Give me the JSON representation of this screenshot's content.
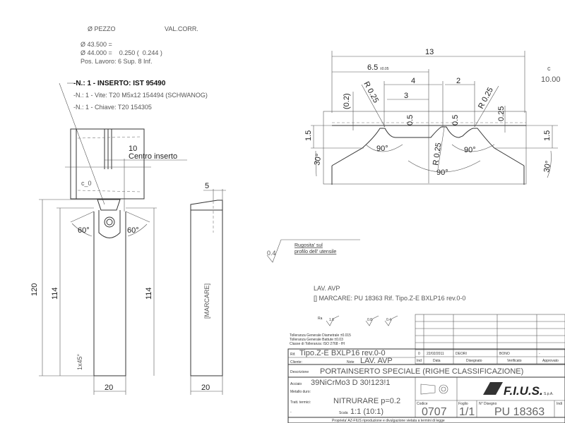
{
  "header_notes": {
    "col1": "Ø PEZZO",
    "col2": "VAL.CORR.",
    "line1": "Ø 43.500 =",
    "line2": "Ø 44.000 =    0.250 (  0.244 )",
    "line3": "Pos. Lavoro: 6 Sup. 8 Inf.",
    "parts": [
      "-N.: 1 - INSERTO: IST 95490",
      "-N.: 1 - Vite: T20 M5x12 154494 (SCHWANOG)",
      "-N.: 1 - Chiave: T20 154305"
    ]
  },
  "holder_view": {
    "dim_10": "10",
    "centro_inserto": "Centro inserto",
    "c0": "c_0",
    "angle_left": "60°",
    "angle_right": "60°",
    "dim_120": "120",
    "dim_114_left": "114",
    "dim_114_right": "114",
    "chamfer": "1x45°",
    "width": "20"
  },
  "side_view": {
    "dim_5": "5",
    "marcare": "[MARCARE]",
    "dim_114": "114",
    "width": "20"
  },
  "profile_detail": {
    "dim_13": "13",
    "dim_6_5": "6.5",
    "tol_6_5": "±0.05",
    "dim_4": "4",
    "dim_3": "3",
    "dim_2": "2",
    "dim_0_2": "(0.2)",
    "r_left": "R 0.25",
    "r_right": "R 0.25",
    "r_center": "R 0.25",
    "dim_0_5_a": "0.5",
    "dim_0_5_b": "0.5",
    "dim_0_25": "0.25",
    "dim_1_5_left": "1.5",
    "dim_1_5_right": "1.5",
    "angle_90_left": "90°",
    "angle_90_center": "90°",
    "angle_90_right": "90°",
    "angle_30_left": "30°",
    "angle_30_right": "30°",
    "c_label": "c",
    "c_value": "10.00"
  },
  "roughness_note": {
    "value": "0.4",
    "line1": "Rugosita' sul",
    "line2": "profilo dell' utensile"
  },
  "marking_note": {
    "line1": "LAV. AVP",
    "line2": "[] MARCARE: PU 18363 Rif. Tipo.Z-E BXLP16 rev.0-0"
  },
  "title_block": {
    "ra_label": "Ra",
    "ra_values": [
      "1.6",
      "0.8",
      "0.4"
    ],
    "tolerances": [
      "Tolleranza Generale Diametrale ±0.015",
      "Tolleranza Generale Battute ±0.03",
      "Classe di Tolleranza: ISO 2768 - fH"
    ],
    "rif_label": "Rif.",
    "rif_value": "Tipo.Z-E BXLP16 rev.0-0",
    "cliente_label": "Cliente:",
    "note_label": "Note",
    "note_value": "LAV. AVP",
    "descrizione_label": "Descrizione",
    "descrizione_value": "PORTAINSERTO SPECIALE (RIGHE CLASSIFICAZIONE)",
    "acciaio_label": "Acciaio",
    "acciaio_value": "39NiCrMo3 D 30!123!1",
    "metallo_label": "Metallo duro:",
    "tratt_label": "Tratt. termici:",
    "tratt_value": "NITRURARE p=0.2",
    "dash": "-",
    "scala_label": "Scala",
    "scala_value": "1:1 (10:1)",
    "codice_label": "Codice",
    "codice_value": "0707",
    "foglio_label": "Foglio",
    "foglio_value": "1/1",
    "disegno_label": "N° Disegno",
    "disegno_value": "PU 18363",
    "indice_label": "Indi",
    "revision": {
      "ind": "0",
      "data": "22/02/2011",
      "disegnato": "DEORI",
      "verificato": "BONO",
      "approvato": "-"
    },
    "rev_headers": [
      "Ind",
      "Data",
      "Disegnato",
      "Verificato",
      "Approvato"
    ],
    "logo": "AZ F.I.U.S.",
    "logo_suffix": "S.p.A.",
    "footer": "Proprieta' AZ-FIUS riproduzione e divulgazione vietata a termini di legge"
  }
}
